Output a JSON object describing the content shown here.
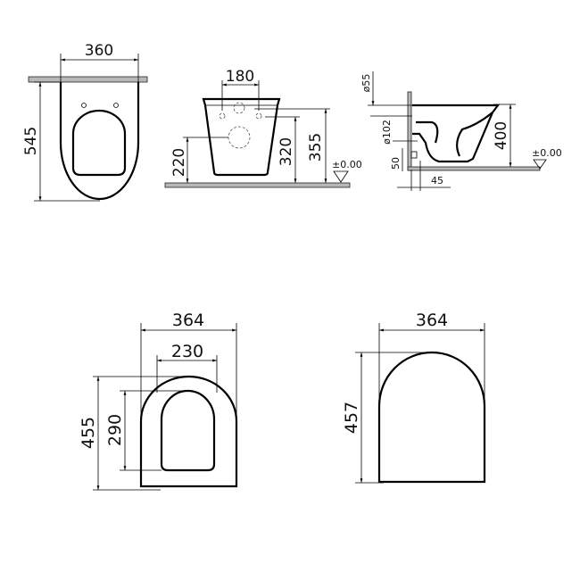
{
  "top_view": {
    "width": "360",
    "depth": "545"
  },
  "front_view": {
    "fixing_spacing": "180",
    "outlet_height": "220",
    "fixing_height": "320",
    "top_height": "355",
    "floor_level": "±0.00"
  },
  "side_view": {
    "inlet_diameter": "ø55",
    "outlet_diameter": "ø102",
    "outlet_offset": "50",
    "height": "400",
    "floor_level": "±0.00",
    "wall_offset": "45"
  },
  "seat_view": {
    "outer_width": "364",
    "inner_width": "230",
    "outer_depth": "455",
    "inner_depth": "290"
  },
  "lid_view": {
    "width": "364",
    "depth": "457"
  }
}
